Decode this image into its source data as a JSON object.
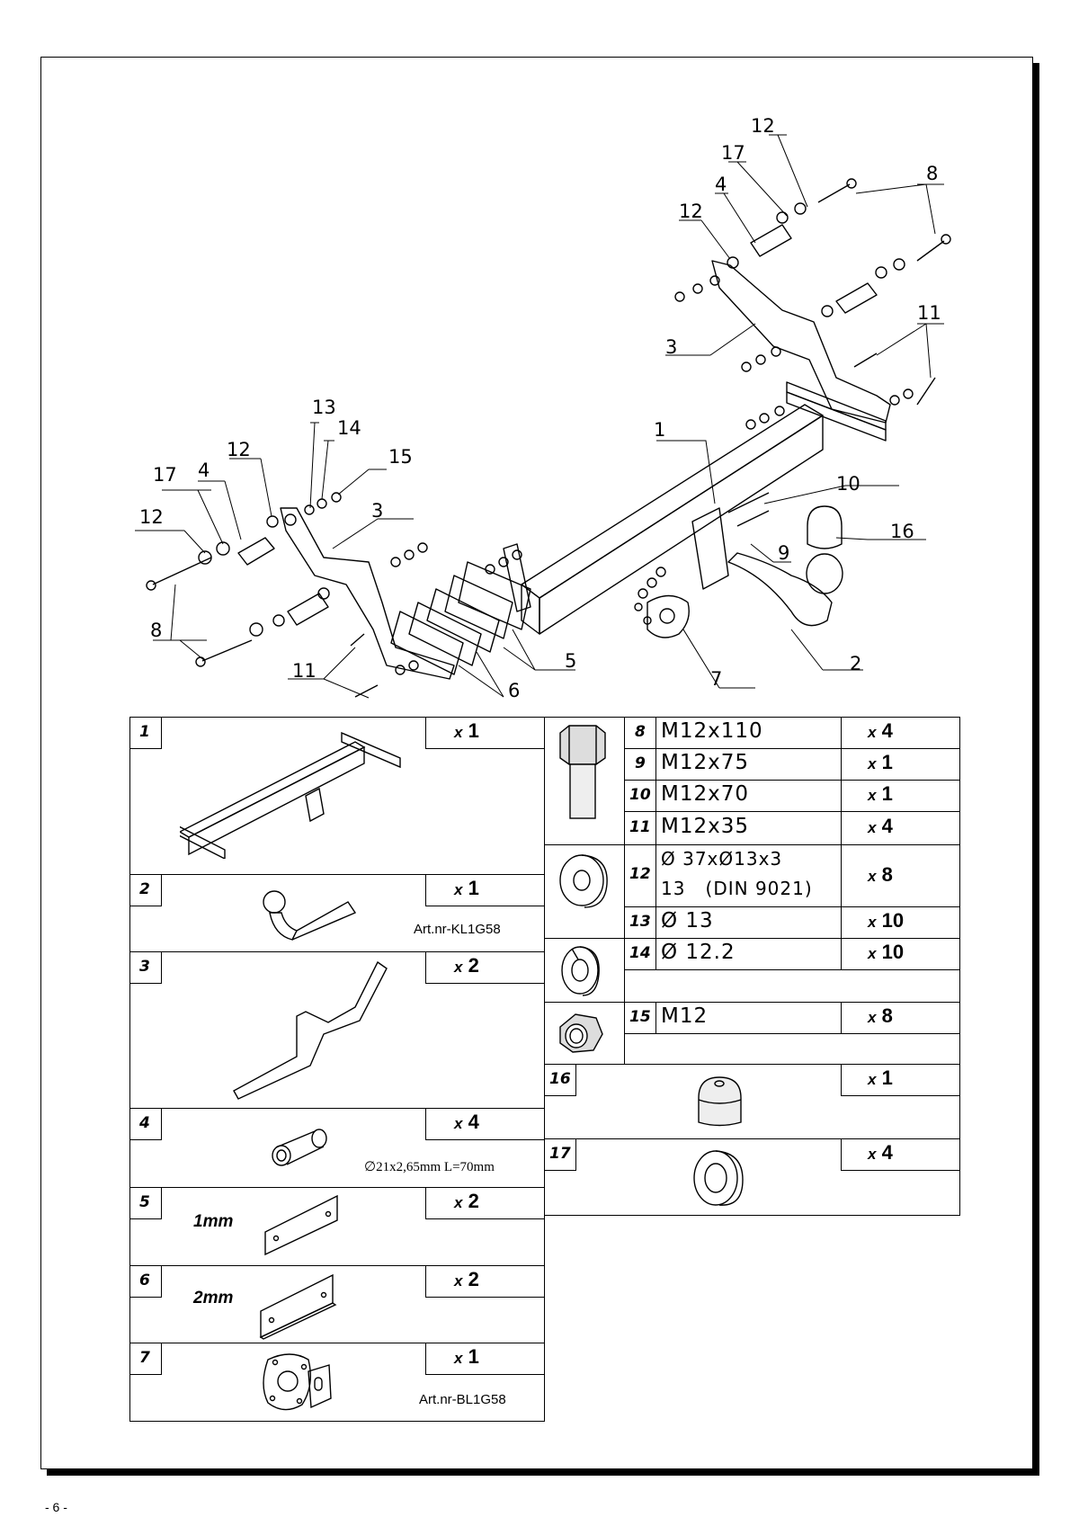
{
  "diagram_callouts": [
    "1",
    "2",
    "3",
    "3",
    "4",
    "4",
    "5",
    "6",
    "7",
    "8",
    "8",
    "9",
    "10",
    "11",
    "11",
    "12",
    "12",
    "12",
    "12",
    "13",
    "14",
    "15",
    "16",
    "17",
    "17"
  ],
  "parts": [
    {
      "no": "1",
      "qty": "1"
    },
    {
      "no": "2",
      "qty": "1",
      "article": "Art.nr-KL1G58"
    },
    {
      "no": "3",
      "qty": "2"
    },
    {
      "no": "4",
      "qty": "4",
      "dimensions": "∅21x2,65mm L=70mm"
    },
    {
      "no": "5",
      "qty": "2",
      "thickness": "1mm"
    },
    {
      "no": "6",
      "qty": "2",
      "thickness": "2mm"
    },
    {
      "no": "7",
      "qty": "1",
      "article": "Art.nr-BL1G58"
    },
    {
      "no": "8",
      "spec": "M12x110",
      "qty": "4"
    },
    {
      "no": "9",
      "spec": "M12x75",
      "qty": "1"
    },
    {
      "no": "10",
      "spec": "M12x70",
      "qty": "1"
    },
    {
      "no": "11",
      "spec": "M12x35",
      "qty": "4"
    },
    {
      "no": "12",
      "spec_line1": "Ø 37xØ13x3",
      "spec_line2": "13   (DIN 9021)",
      "qty": "8"
    },
    {
      "no": "13",
      "spec": "Ø 13",
      "qty": "10"
    },
    {
      "no": "14",
      "spec": "Ø 12.2",
      "qty": "10"
    },
    {
      "no": "15",
      "spec": "M12",
      "qty": "8"
    },
    {
      "no": "16",
      "qty": "1"
    },
    {
      "no": "17",
      "qty": "4"
    }
  ],
  "qty_prefix": "x",
  "page_number": "- 6 -"
}
